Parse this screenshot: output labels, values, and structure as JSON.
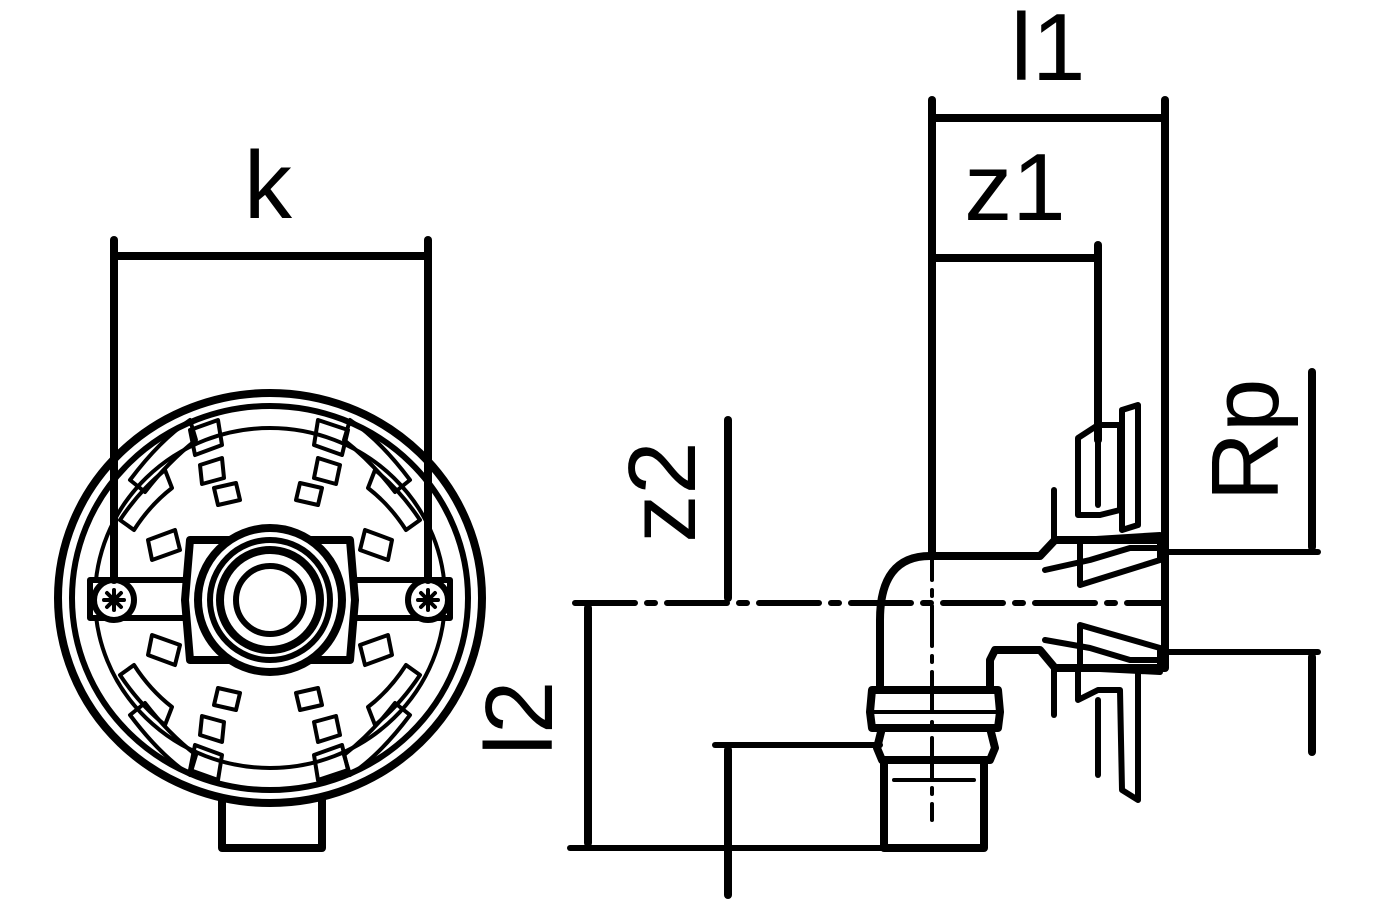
{
  "labels": {
    "k": "k",
    "l1": "l1",
    "z1": "z1",
    "z2": "z2",
    "l2": "l2",
    "rp": "Rp"
  },
  "icons": {
    "front_view": "wall-plate-front-view-icon",
    "side_view": "elbow-fitting-side-view-icon",
    "screw": "screw-head-icon"
  },
  "colors": {
    "line": "#000000",
    "background": "#ffffff"
  }
}
